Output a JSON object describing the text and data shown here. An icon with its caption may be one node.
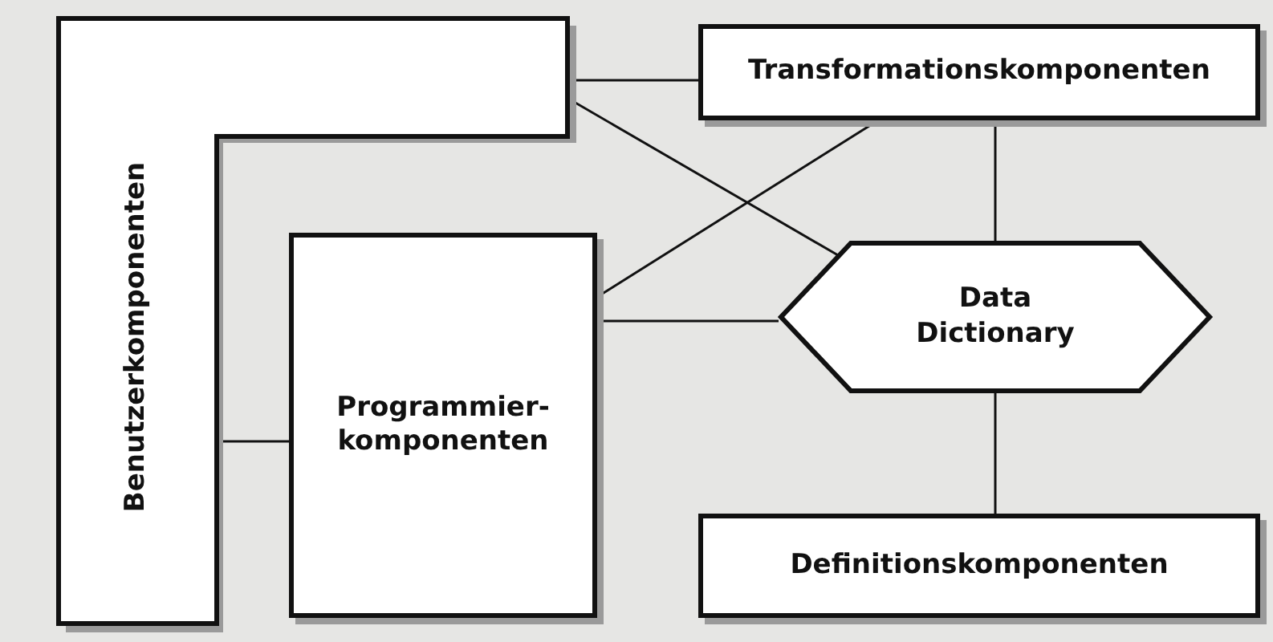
{
  "diagram": {
    "nodes": [
      {
        "text": [
          "Benutzerkomponenten"
        ]
      },
      {
        "text": [
          "Transformationskomponenten"
        ]
      },
      {
        "text": [
          "Data Dictionary"
        ]
      },
      {
        "text": [
          "Programmier- komponenten"
        ]
      },
      {
        "text": [
          "Definitionskomponenten"
        ]
      }
    ],
    "edges": [
      {
        "from": 0,
        "to": 1,
        "arrow": "none"
      },
      {
        "from": 0,
        "to": 2,
        "arrow": "none"
      },
      {
        "from": 3,
        "to": 1,
        "arrow": "none"
      },
      {
        "from": 3,
        "to": 2,
        "arrow": "none"
      },
      {
        "from": 0,
        "to": 3,
        "arrow": "none"
      },
      {
        "from": 1,
        "to": 2,
        "arrow": "none"
      },
      {
        "from": 2,
        "to": 4,
        "arrow": "none"
      }
    ]
  }
}
